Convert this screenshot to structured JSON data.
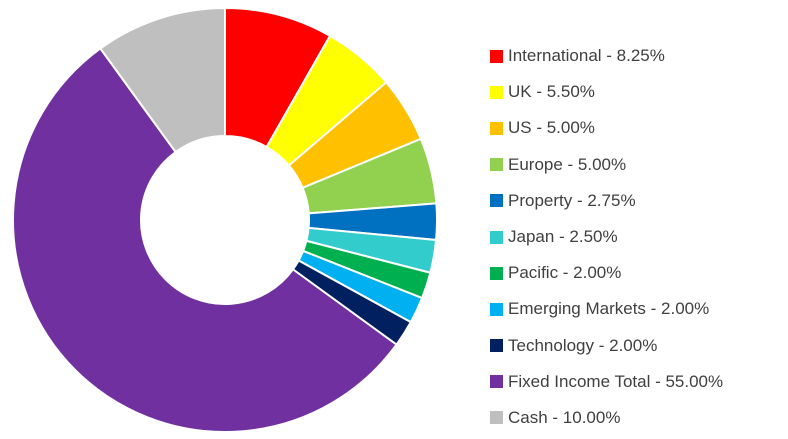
{
  "chart_data": {
    "type": "pie",
    "variant": "donut",
    "start_angle_deg": 0,
    "direction": "clockwise",
    "legend_placement": "right",
    "slices": [
      {
        "label": "International - 8.25%",
        "value": 8.25,
        "color": "#FF0000"
      },
      {
        "label": "UK - 5.50%",
        "value": 5.5,
        "color": "#FFFF00"
      },
      {
        "label": "US - 5.00%",
        "value": 5.0,
        "color": "#FFC000"
      },
      {
        "label": "Europe - 5.00%",
        "value": 5.0,
        "color": "#92D050"
      },
      {
        "label": "Property - 2.75%",
        "value": 2.75,
        "color": "#0070C0"
      },
      {
        "label": "Japan - 2.50%",
        "value": 2.5,
        "color": "#33CCCC"
      },
      {
        "label": "Pacific - 2.00%",
        "value": 2.0,
        "color": "#00B050"
      },
      {
        "label": "Emerging Markets - 2.00%",
        "value": 2.0,
        "color": "#00B0F0"
      },
      {
        "label": "Technology - 2.00%",
        "value": 2.0,
        "color": "#002060"
      },
      {
        "label": "Fixed Income Total - 55.00%",
        "value": 55.0,
        "color": "#7030A0"
      },
      {
        "label": "Cash - 10.00%",
        "value": 10.0,
        "color": "#BFBFBF"
      }
    ]
  }
}
